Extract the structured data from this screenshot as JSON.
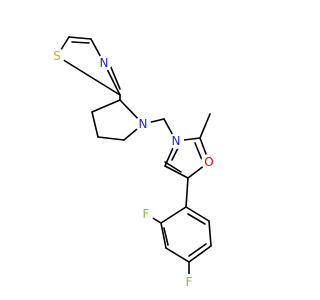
{
  "molecule": {
    "atoms": {
      "S": {
        "text": "S",
        "color": "#C8B400"
      },
      "N_thiazole": {
        "text": "N",
        "color": "#1E1EE6"
      },
      "N_pyrrolidine": {
        "text": "N",
        "color": "#1E1EE6"
      },
      "N_oxazole": {
        "text": "N",
        "color": "#1E1EE6"
      },
      "O_oxazole": {
        "text": "O",
        "color": "#E60000"
      },
      "F_ortho": {
        "text": "F",
        "color": "#7FC23A"
      },
      "F_para": {
        "text": "F",
        "color": "#7FC23A"
      }
    }
  }
}
